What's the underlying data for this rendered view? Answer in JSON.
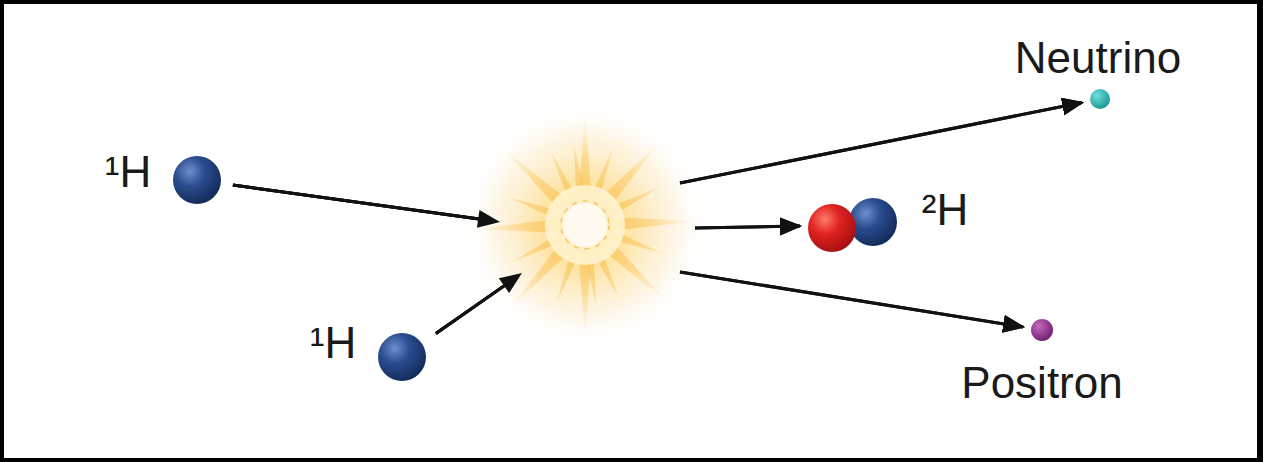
{
  "diagram": {
    "nodes": [
      {
        "text": [
          "¹H"
        ]
      },
      {
        "text": [
          "¹H"
        ]
      },
      {
        "text": [
          "Neutrino"
        ]
      },
      {
        "text": [
          "²H"
        ]
      },
      {
        "text": [
          "Positron"
        ]
      }
    ],
    "edges": [
      {
        "from": 0,
        "to": 2,
        "arrow": "to"
      },
      {
        "from": 0,
        "to": 3,
        "arrow": "to"
      },
      {
        "from": 0,
        "to": 4,
        "arrow": "to"
      },
      {
        "from": 1,
        "to": 2,
        "arrow": "to"
      },
      {
        "from": 1,
        "to": 3,
        "arrow": "to"
      },
      {
        "from": 1,
        "to": 4,
        "arrow": "to"
      }
    ]
  }
}
